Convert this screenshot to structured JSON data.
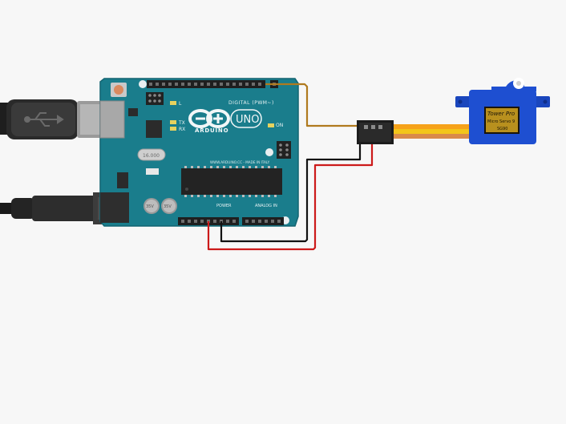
{
  "board": {
    "logo_symbol": "∞",
    "brand": "ARDUINO",
    "model": "UNO",
    "digital_header": "DIGITAL (PWM~)",
    "power_header": "POWER",
    "analog_header": "ANALOG IN",
    "site": "WWW.ARDUINO.CC - MADE IN ITALY",
    "on_label": "ON",
    "tx_label": "TX",
    "rx_label": "RX",
    "l_label": "L",
    "crystal_label": "16.000",
    "cap_label": "35V"
  },
  "servo": {
    "brand": "Tower Pro",
    "model": "Micro Servo 9",
    "part": "SG90"
  },
  "colors": {
    "background": "#f7f7f7",
    "board": "#1a7d8c",
    "servo_body": "#1e4fd1",
    "wire_signal": "#b07a1e",
    "wire_ground": "#111111",
    "wire_power": "#cc1a1a",
    "lead_orange": "#f6a21a",
    "lead_yellow": "#f3c51a",
    "lead_brown": "#d98a4a"
  },
  "icons": {
    "usb_plug": "usb-icon",
    "dc_jack": "barrel-jack-icon",
    "arduino_logo": "infinity-logo-icon"
  }
}
